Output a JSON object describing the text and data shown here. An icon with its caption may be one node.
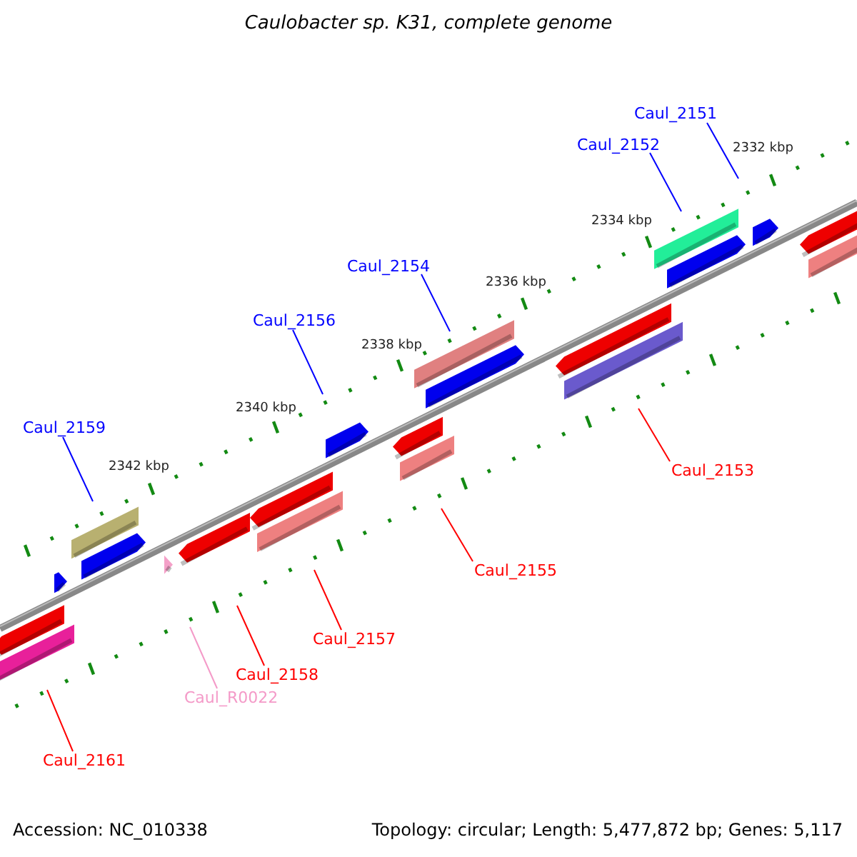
{
  "diagram": {
    "title": "Caulobacter sp. K31, complete genome",
    "nodes": [
      {
        "text": [
          "Caul_2151"
        ]
      },
      {
        "text": [
          "Caul_2152"
        ]
      },
      {
        "text": [
          "Caul_2154"
        ]
      },
      {
        "text": [
          "Caul_2156"
        ]
      },
      {
        "text": [
          "Caul_2159"
        ]
      },
      {
        "text": [
          "Caul_2153"
        ]
      },
      {
        "text": [
          "Caul_2155"
        ]
      },
      {
        "text": [
          "Caul_2157"
        ]
      },
      {
        "text": [
          "Caul_2158"
        ]
      },
      {
        "text": [
          "Caul_R0022"
        ]
      },
      {
        "text": [
          "Caul_2161"
        ]
      }
    ],
    "edges": [
      {
        "from": 0,
        "to": null,
        "arrow": "none",
        "color": "#0000ff"
      },
      {
        "from": 1,
        "to": null,
        "arrow": "none",
        "color": "#0000ff"
      },
      {
        "from": 2,
        "to": null,
        "arrow": "none",
        "color": "#0000ff"
      },
      {
        "from": 3,
        "to": null,
        "arrow": "none",
        "color": "#0000ff"
      },
      {
        "from": 4,
        "to": null,
        "arrow": "none",
        "color": "#0000ff"
      },
      {
        "from": 5,
        "to": null,
        "arrow": "none",
        "color": "#ff0000"
      },
      {
        "from": 6,
        "to": null,
        "arrow": "none",
        "color": "#ff0000"
      },
      {
        "from": 7,
        "to": null,
        "arrow": "none",
        "color": "#ff0000"
      },
      {
        "from": 8,
        "to": null,
        "arrow": "none",
        "color": "#ff0000"
      },
      {
        "from": 9,
        "to": null,
        "arrow": "none",
        "color": "#f49ac8"
      },
      {
        "from": 10,
        "to": null,
        "arrow": "none",
        "color": "#ff0000"
      }
    ],
    "labels": [
      "2332 kbp",
      "2334 kbp",
      "2336 kbp",
      "2338 kbp",
      "2340 kbp",
      "2342 kbp",
      "Accession: NC_010338",
      "Topology: circular; Length: 5,477,872 bp; Genes: 5,117"
    ]
  }
}
